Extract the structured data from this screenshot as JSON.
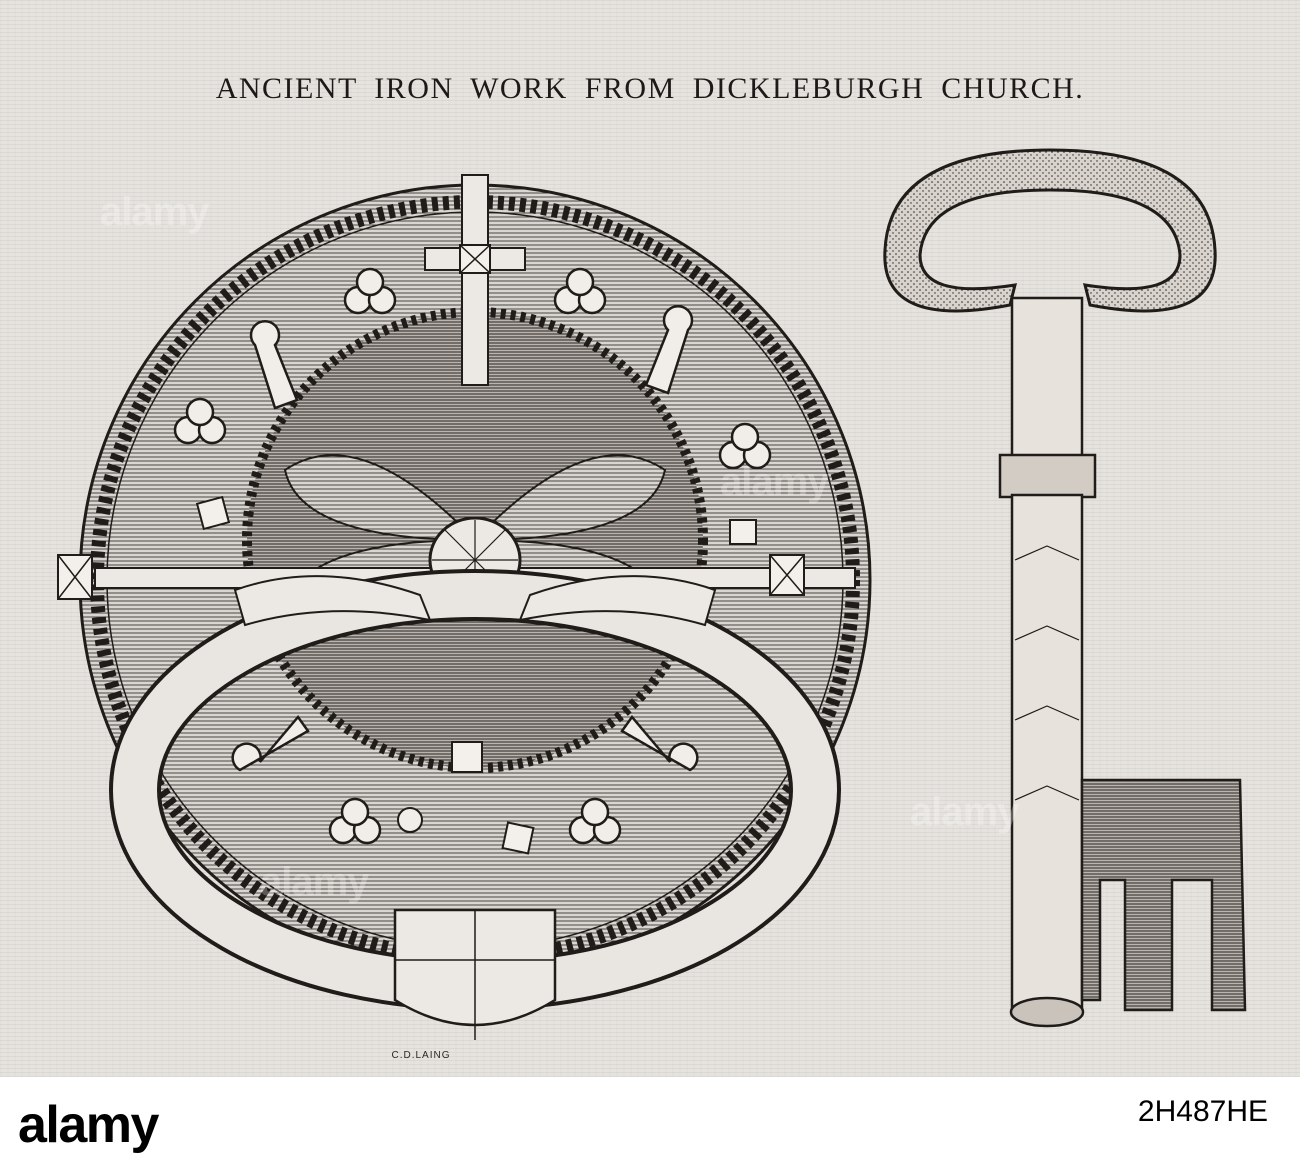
{
  "image": {
    "title": "ANCIENT IRON WORK FROM DICKLEBURGH CHURCH.",
    "engraver_signature": "C.D.LAING"
  },
  "footer": {
    "brand": "alamy",
    "image_id": "2H487HE"
  },
  "watermark_text": "alamy",
  "colors": {
    "paper": "#e6e3df",
    "ink": "#1c1a18",
    "footer_bg": "#ffffff"
  }
}
